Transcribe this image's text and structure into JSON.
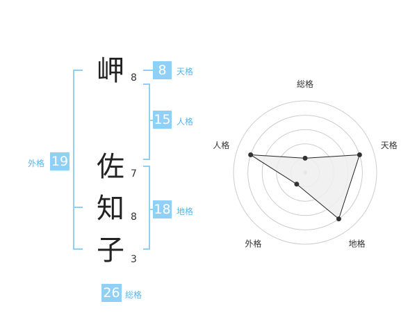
{
  "name": [
    {
      "char": "岬",
      "strokes": "8"
    },
    {
      "char": "佐",
      "strokes": "7"
    },
    {
      "char": "知",
      "strokes": "8"
    },
    {
      "char": "子",
      "strokes": "3"
    }
  ],
  "fortunes": {
    "tenkaku": {
      "label": "天格",
      "value": "8"
    },
    "jinkaku": {
      "label": "人格",
      "value": "15"
    },
    "chikaku": {
      "label": "地格",
      "value": "18"
    },
    "gaikaku": {
      "label": "外格",
      "value": "19"
    },
    "soukaku": {
      "label": "総格",
      "value": "26"
    }
  },
  "chart_data": {
    "type": "radar",
    "axes": [
      "総格",
      "天格",
      "地格",
      "外格",
      "人格"
    ],
    "series": [
      {
        "values": [
          1,
          4,
          4,
          1,
          4
        ]
      }
    ],
    "max": 5,
    "rings": 5,
    "colors": {
      "fill": "#efefef",
      "line": "#222222",
      "grid": "#cccccc",
      "center": "#bbbbbb"
    }
  }
}
